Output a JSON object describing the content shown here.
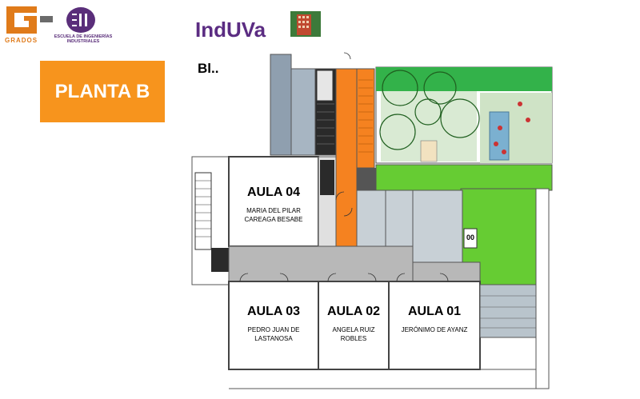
{
  "header": {
    "grados_logo_text": "GRADOS",
    "eii_logo_text": "ESCUELA DE INGENIERÍAS INDUSTRIALES",
    "induva_title": "IndUVa",
    "planta_label": "PLANTA B",
    "block_label": "Bl.."
  },
  "rooms": {
    "aula04": {
      "title": "AULA 04",
      "name": "MARIA DEL PILAR CAREAGA BESABE"
    },
    "aula03": {
      "title": "AULA 03",
      "name": "PEDRO JUAN DE LASTANOSA"
    },
    "aula02": {
      "title": "AULA 02",
      "name": "ANGELA RUIZ ROBLES"
    },
    "aula01": {
      "title": "AULA 01",
      "name": "JERÓNIMO DE AYANZ"
    },
    "small_room_label": "00"
  },
  "colors": {
    "orange": "#f7941d",
    "purple": "#5b2c82",
    "corridor_orange": "#f58220",
    "green_area": "#66cc33",
    "grey_room": "#c8d0d6",
    "blue_grey": "#8f9faf"
  }
}
